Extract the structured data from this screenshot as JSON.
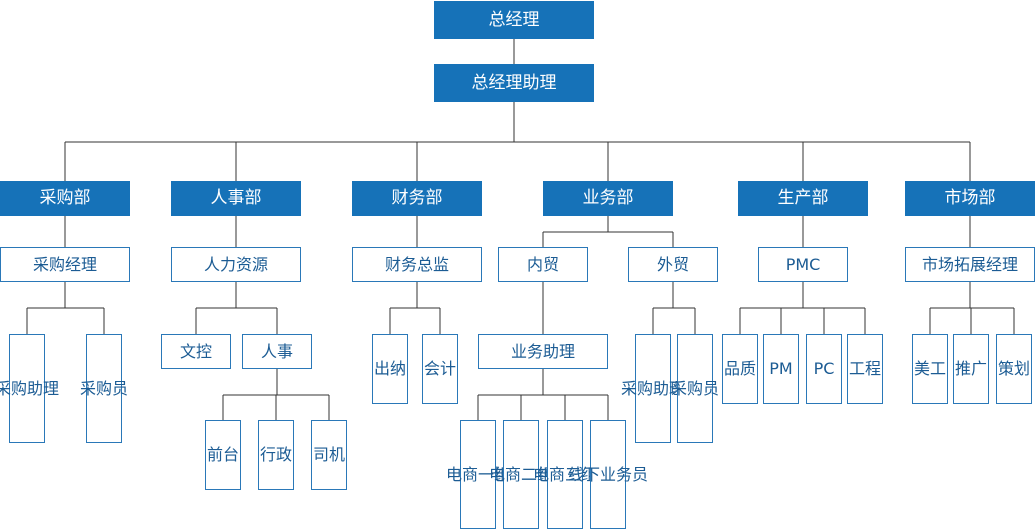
{
  "nodes": [
    {
      "id": "gm",
      "label": "总经理",
      "style": "blue"
    },
    {
      "id": "gm-assistant",
      "label": "总经理助理",
      "style": "blue"
    },
    {
      "id": "purchasing-dept",
      "label": "采购部",
      "style": "blue"
    },
    {
      "id": "hr-dept",
      "label": "人事部",
      "style": "blue"
    },
    {
      "id": "finance-dept",
      "label": "财务部",
      "style": "blue"
    },
    {
      "id": "business-dept",
      "label": "业务部",
      "style": "blue"
    },
    {
      "id": "production-dept",
      "label": "生产部",
      "style": "blue"
    },
    {
      "id": "marketing-dept",
      "label": "市场部",
      "style": "blue"
    },
    {
      "id": "purchasing-manager",
      "label": "采购经理",
      "style": "white"
    },
    {
      "id": "purchasing-assistant",
      "label": "采购助理",
      "style": "white",
      "vertical": true
    },
    {
      "id": "purchaser",
      "label": "采购员",
      "style": "white",
      "vertical": true
    },
    {
      "id": "hr-resources",
      "label": "人力资源",
      "style": "white"
    },
    {
      "id": "clerical",
      "label": "文控",
      "style": "white"
    },
    {
      "id": "personnel",
      "label": "人事",
      "style": "white"
    },
    {
      "id": "reception",
      "label": "前台",
      "style": "white",
      "vertical": true
    },
    {
      "id": "administration",
      "label": "行政",
      "style": "white",
      "vertical": true
    },
    {
      "id": "driver",
      "label": "司机",
      "style": "white",
      "vertical": true
    },
    {
      "id": "finance-director",
      "label": "财务总监",
      "style": "white"
    },
    {
      "id": "cashier",
      "label": "出纳",
      "style": "white",
      "vertical": true
    },
    {
      "id": "accountant",
      "label": "会计",
      "style": "white",
      "vertical": true
    },
    {
      "id": "domestic-trade",
      "label": "内贸",
      "style": "white"
    },
    {
      "id": "foreign-trade",
      "label": "外贸",
      "style": "white"
    },
    {
      "id": "business-assistant",
      "label": "业务助理",
      "style": "white"
    },
    {
      "id": "ecom-group-1",
      "label": "电商一组",
      "style": "white",
      "vertical": true
    },
    {
      "id": "ecom-group-2",
      "label": "电商二组",
      "style": "white",
      "vertical": true
    },
    {
      "id": "ecom-group-3",
      "label": "电商三组",
      "style": "white",
      "vertical": true
    },
    {
      "id": "offline-sales",
      "label": "线下业务员",
      "style": "white",
      "vertical": true
    },
    {
      "id": "foreign-purchasing-assistant",
      "label": "采购助理",
      "style": "white",
      "vertical": true
    },
    {
      "id": "foreign-purchaser",
      "label": "采购员",
      "style": "white",
      "vertical": true
    },
    {
      "id": "pmc",
      "label": "PMC",
      "style": "white"
    },
    {
      "id": "quality",
      "label": "品质",
      "style": "white",
      "vertical": true
    },
    {
      "id": "pm",
      "label": "PM",
      "style": "white",
      "vertical": true
    },
    {
      "id": "pc",
      "label": "PC",
      "style": "white",
      "vertical": true
    },
    {
      "id": "engineering",
      "label": "工程",
      "style": "white",
      "vertical": true
    },
    {
      "id": "market-expansion-manager",
      "label": "市场拓展经理",
      "style": "white"
    },
    {
      "id": "art-design",
      "label": "美工",
      "style": "white",
      "vertical": true
    },
    {
      "id": "promotion",
      "label": "推广",
      "style": "white",
      "vertical": true
    },
    {
      "id": "planning",
      "label": "策划",
      "style": "white",
      "vertical": true
    }
  ],
  "edges": [
    [
      "gm",
      "gm-assistant"
    ],
    [
      "gm-assistant",
      "purchasing-dept"
    ],
    [
      "gm-assistant",
      "hr-dept"
    ],
    [
      "gm-assistant",
      "finance-dept"
    ],
    [
      "gm-assistant",
      "business-dept"
    ],
    [
      "gm-assistant",
      "production-dept"
    ],
    [
      "gm-assistant",
      "marketing-dept"
    ],
    [
      "purchasing-dept",
      "purchasing-manager"
    ],
    [
      "purchasing-manager",
      "purchasing-assistant"
    ],
    [
      "purchasing-manager",
      "purchaser"
    ],
    [
      "hr-dept",
      "hr-resources"
    ],
    [
      "hr-resources",
      "clerical"
    ],
    [
      "hr-resources",
      "personnel"
    ],
    [
      "personnel",
      "reception"
    ],
    [
      "personnel",
      "administration"
    ],
    [
      "personnel",
      "driver"
    ],
    [
      "finance-dept",
      "finance-director"
    ],
    [
      "finance-director",
      "cashier"
    ],
    [
      "finance-director",
      "accountant"
    ],
    [
      "business-dept",
      "domestic-trade"
    ],
    [
      "business-dept",
      "foreign-trade"
    ],
    [
      "domestic-trade",
      "business-assistant"
    ],
    [
      "business-assistant",
      "ecom-group-1"
    ],
    [
      "business-assistant",
      "ecom-group-2"
    ],
    [
      "business-assistant",
      "ecom-group-3"
    ],
    [
      "business-assistant",
      "offline-sales"
    ],
    [
      "foreign-trade",
      "foreign-purchasing-assistant"
    ],
    [
      "foreign-trade",
      "foreign-purchaser"
    ],
    [
      "production-dept",
      "pmc"
    ],
    [
      "pmc",
      "quality"
    ],
    [
      "pmc",
      "pm"
    ],
    [
      "pmc",
      "pc"
    ],
    [
      "pmc",
      "engineering"
    ],
    [
      "marketing-dept",
      "market-expansion-manager"
    ],
    [
      "market-expansion-manager",
      "art-design"
    ],
    [
      "market-expansion-manager",
      "promotion"
    ],
    [
      "market-expansion-manager",
      "planning"
    ]
  ]
}
